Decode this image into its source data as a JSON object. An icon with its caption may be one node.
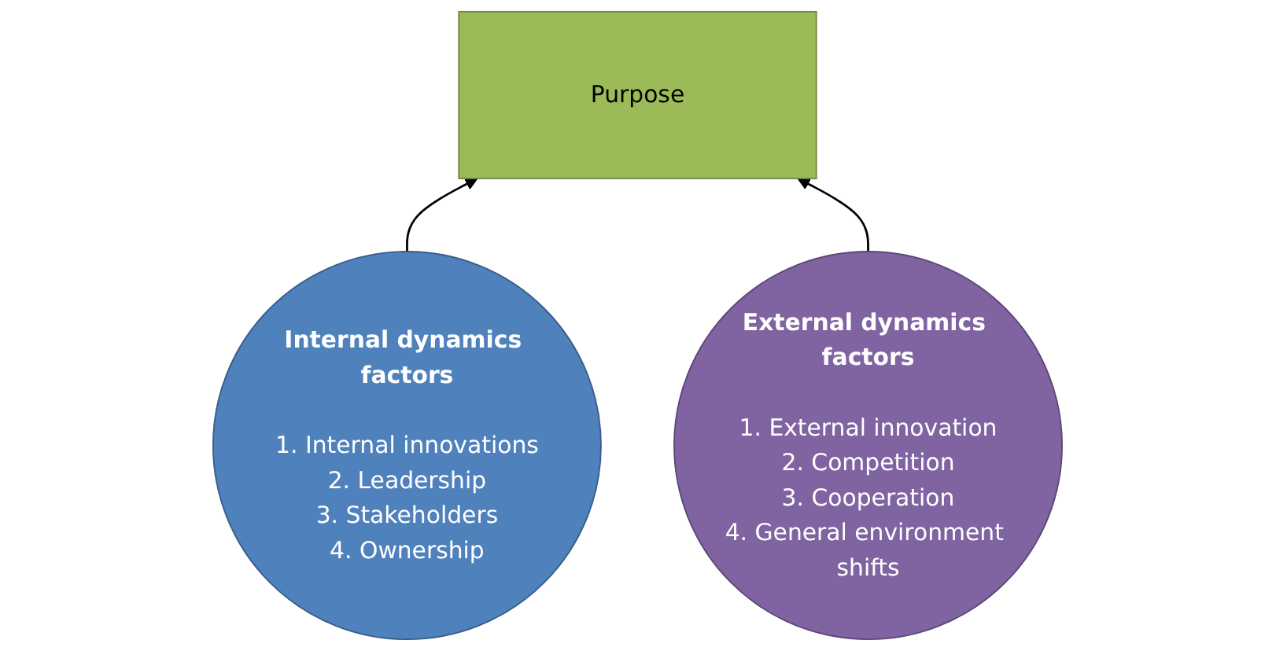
{
  "diagram": {
    "nodes": [
      {
        "text": [
          "Purpose"
        ]
      },
      {
        "text": [
          "Internal dynamics factors",
          "1. Internal innovations",
          "2. Leadership",
          "3. Stakeholders",
          "4. Ownership"
        ]
      },
      {
        "text": [
          "External dynamics factors",
          "1. External innovation",
          "2. Competition",
          "3. Cooperation",
          "4. General environment shifts"
        ]
      }
    ],
    "edges": [
      {
        "from": 1,
        "to": 0,
        "arrow": "to"
      },
      {
        "from": 2,
        "to": 0,
        "arrow": "to"
      }
    ]
  }
}
